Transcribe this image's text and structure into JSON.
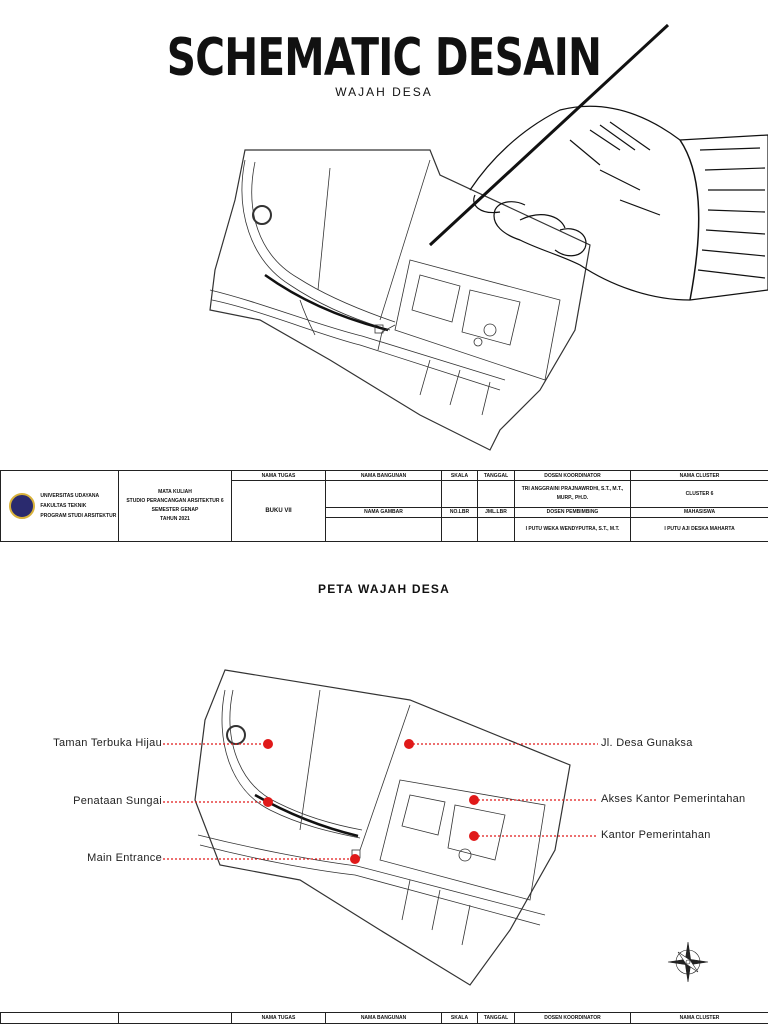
{
  "header": {
    "title": "SCHEMATIC DESAIN",
    "subtitle": "WAJAH DESA"
  },
  "title_block": {
    "university": [
      "UNIVERSITAS UDAYANA",
      "FAKULTAS TEKNIK",
      "PROGRAM STUDI ARSITEKTUR"
    ],
    "course": [
      "MATA KULIAH",
      "STUDIO PERANCANGAN ARSITEKTUR 6",
      "SEMESTER GENAP",
      "TAHUN 2021"
    ],
    "nama_tugas_label": "NAMA TUGAS",
    "nama_tugas_value": "BUKU VII",
    "nama_bangunan_label": "NAMA BANGUNAN",
    "skala_label": "SKALA",
    "tanggal_label": "TANGGAL",
    "dosen_koordinator_label": "DOSEN KOORDINATOR",
    "dosen_koordinator_value": [
      "TRI ANGGRAINI PRAJNAWRDHI, S.T., M.T.,",
      "MURP., PH.D."
    ],
    "nama_cluster_label": "NAMA CLUSTER",
    "nama_cluster_value": "CLUSTER 6",
    "nama_gambar_label": "NAMA GAMBAR",
    "no_lbr_label": "NO.LBR",
    "jml_lbr_label": "JML.LBR",
    "dosen_pembimbing_label": "DOSEN PEMBIMBING",
    "dosen_pembimbing_value": "I PUTU WEKA WENDYPUTRA, S.T., M.T.",
    "mahasiswa_label": "MAHASISWA",
    "mahasiswa_value": "I PUTU AJI DESKA MAHARTA"
  },
  "map": {
    "title": "PETA WAJAH DESA",
    "labels": {
      "taman": "Taman Terbuka Hijau",
      "sungai": "Penataan Sungai",
      "entrance": "Main Entrance",
      "jalan": "Jl. Desa Gunaksa",
      "akses": "Akses Kantor Pemerintahan",
      "kantor": "Kantor Pemerintahan"
    },
    "marker_color": "#e01919"
  },
  "icons": [
    "hand-drawing-pen-icon",
    "compass-rose-icon",
    "university-logo-icon"
  ]
}
